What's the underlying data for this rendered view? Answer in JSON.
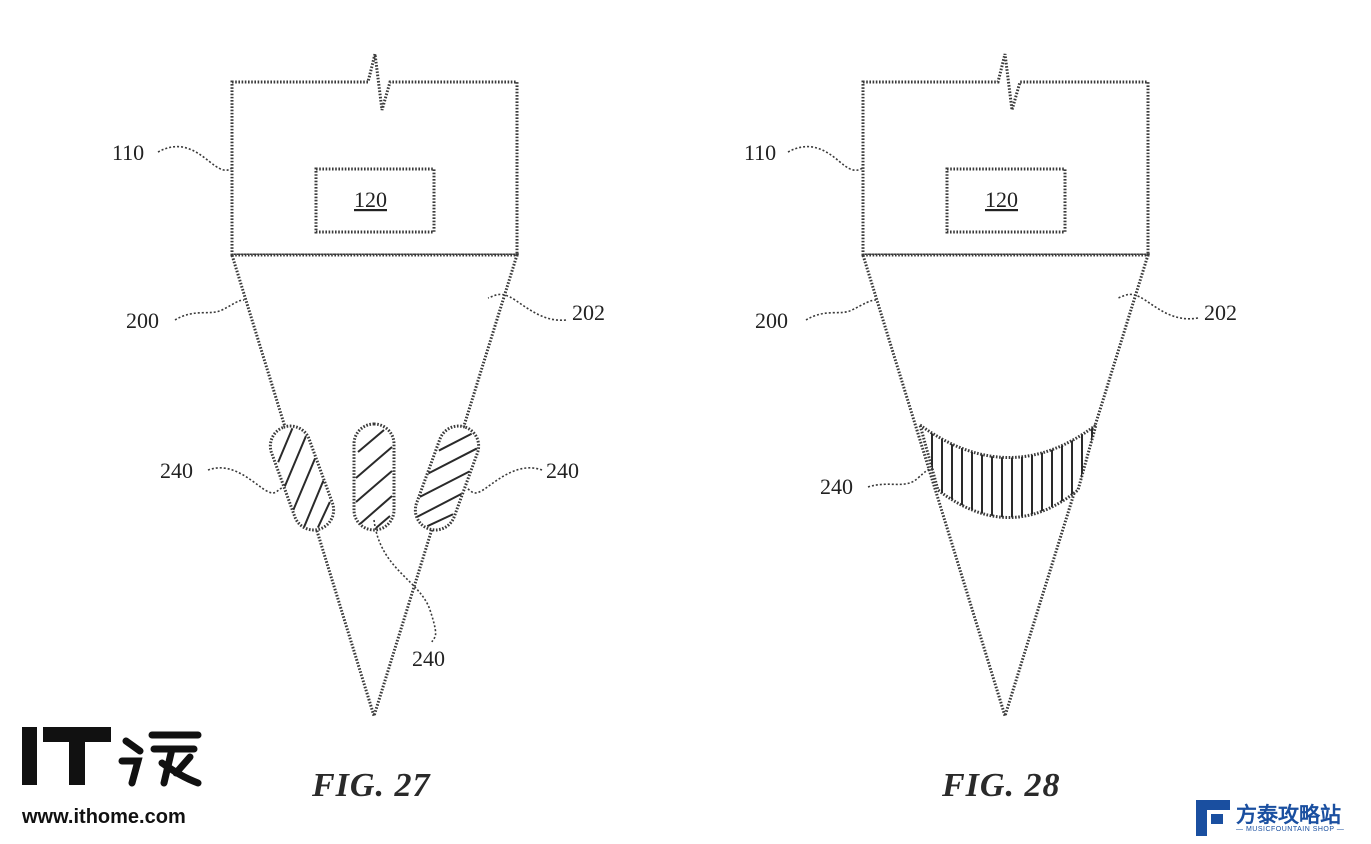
{
  "figures": [
    {
      "caption": "FIG. 27",
      "labels": {
        "housing": "110",
        "module": "120",
        "left_side": "200",
        "right_side": "202",
        "sensor_left": "240",
        "sensor_right": "240",
        "sensor_center": "240"
      }
    },
    {
      "caption": "FIG. 28",
      "labels": {
        "housing": "110",
        "module": "120",
        "left_side": "200",
        "right_side": "202",
        "sensor_band": "240"
      }
    }
  ],
  "watermarks": {
    "ithome_url": "www.ithome.com",
    "ithome_logo_text": "IT之家",
    "fangtai_name": "方泰攻略站",
    "fangtai_tagline": "— MUSICFOUNTAIN SHOP —"
  },
  "colors": {
    "line": "#3a3a3a",
    "brand_blue": "#1a4fa0"
  }
}
